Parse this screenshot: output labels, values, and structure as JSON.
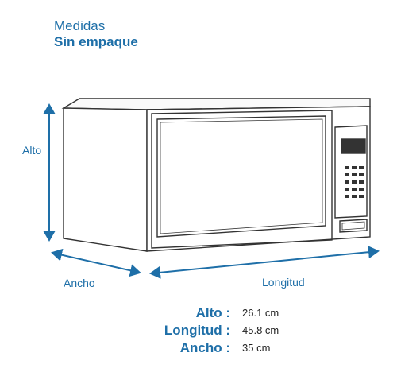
{
  "header": {
    "title": "Medidas",
    "subtitle": "Sin empaque"
  },
  "labels": {
    "height": "Alto",
    "width": "Ancho",
    "length": "Longitud"
  },
  "specs": [
    {
      "key": "Alto :",
      "value": "26.1 cm"
    },
    {
      "key": "Longitud :",
      "value": "45.8 cm"
    },
    {
      "key": "Ancho :",
      "value": "35 cm"
    }
  ],
  "colors": {
    "accent": "#1e6fa8",
    "line": "#333333",
    "text": "#222222"
  }
}
